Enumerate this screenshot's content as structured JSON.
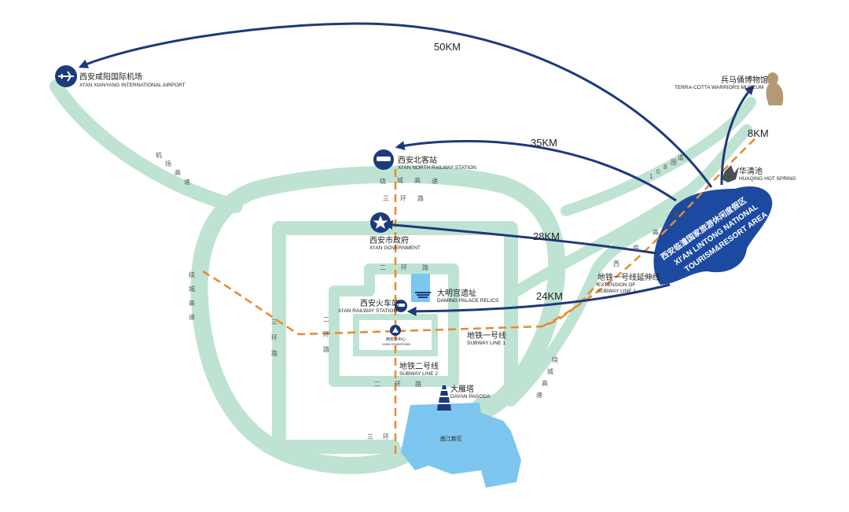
{
  "places": {
    "airport": {
      "zh": "西安咸阳国际机场",
      "en": "XI'AN XIANYANG INTERNATIONAL AIRPORT",
      "icon": "airplane-icon"
    },
    "north_station": {
      "zh": "西安北客站",
      "en": "XI'AN NORTH RAILWAY STATION",
      "icon": "train-icon"
    },
    "government": {
      "zh": "西安市政府",
      "en": "XI'AN GOVERNMENT",
      "icon": "star-icon"
    },
    "railway_station": {
      "zh": "西安火车站",
      "en": "XI'AN RAILWAY STATION",
      "icon": "train-icon"
    },
    "downtown": {
      "zh": "西安市中心",
      "en": "XI'AN DOWNTOWN",
      "icon": "bell-tower-icon"
    },
    "daming_palace": {
      "zh": "大明宫遗址",
      "en": "DAMING PALACE RELICS",
      "icon": "palace-icon"
    },
    "dayan_pagoda": {
      "zh": "大雁塔",
      "en": "DAYAN PAGODA",
      "icon": "pagoda-icon"
    },
    "qujiang": {
      "zh": "曲江新区"
    },
    "terracotta": {
      "zh": "兵马俑博物馆",
      "en": "TERRA-COTTA WARRIORS MUSEUM",
      "icon": "warrior-icon"
    },
    "huaqing": {
      "zh": "华清池",
      "en": "HUAQING HOT SPRING",
      "icon": "statue-icon"
    },
    "resort": {
      "zh": "西安临潼国家旅游休闲度假区",
      "en_line1": "XI'AN LINTONG NATIONAL",
      "en_line2": "TOURISM&RESORT AREA"
    }
  },
  "distances": {
    "airport": "50KM",
    "north_station": "35KM",
    "government": "28KM",
    "railway_station": "24KM",
    "terracotta": "8KM"
  },
  "subway": {
    "line1": {
      "zh": "地铁一号线",
      "en": "SUBWAY LINE 1"
    },
    "line2": {
      "zh": "地铁二号线",
      "en": "SUBWAY LINE 2"
    },
    "line1_ext": {
      "zh": "地铁一号线延伸线",
      "en_line1": "EXTENSION OF",
      "en_line2": "SUBWAY LINE 1"
    }
  },
  "roads": {
    "airport_expressway": [
      "机",
      "场",
      "高",
      "速"
    ],
    "ring_expressway_top": [
      "绕",
      "城",
      "高",
      "速"
    ],
    "ring_expressway_left": [
      "绕",
      "城",
      "高",
      "速"
    ],
    "ring_expressway_right": [
      "绕",
      "城",
      "高",
      "速"
    ],
    "third_ring_top": [
      "三",
      "环",
      "路"
    ],
    "third_ring_left": [
      "三",
      "环",
      "路"
    ],
    "third_ring_bottom": [
      "三",
      "环"
    ],
    "second_ring_top": [
      "二",
      "环",
      "路"
    ],
    "second_ring_left": [
      "二",
      "环",
      "路"
    ],
    "second_ring_bottom": [
      "二",
      "环",
      "路"
    ],
    "national_road": [
      "1",
      "0",
      "8",
      "国",
      "道"
    ],
    "xilin_expressway": [
      "西",
      "临",
      "高",
      "速"
    ]
  },
  "colors": {
    "road": "#bfe3d3",
    "subway": "#e8892e",
    "arrow": "#1d3a7a",
    "resort": "#1c4aa0",
    "qujiang": "#7cc6ef",
    "icon_blue": "#1d3a7a"
  }
}
